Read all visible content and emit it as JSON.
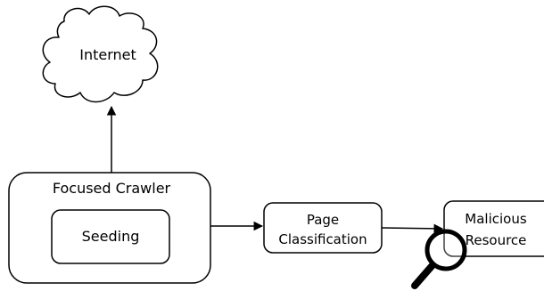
{
  "nodes": {
    "internet": "Internet",
    "focused_crawler": "Focused Crawler",
    "seeding": "Seeding",
    "page_classification": [
      "Page",
      "Classification"
    ],
    "malicious_resource": [
      "Malicious",
      "Resource"
    ]
  },
  "icons": {
    "magnifier": "magnifying-glass-icon"
  },
  "colors": {
    "stroke": "#000000",
    "fill": "#ffffff",
    "text": "#000000"
  }
}
